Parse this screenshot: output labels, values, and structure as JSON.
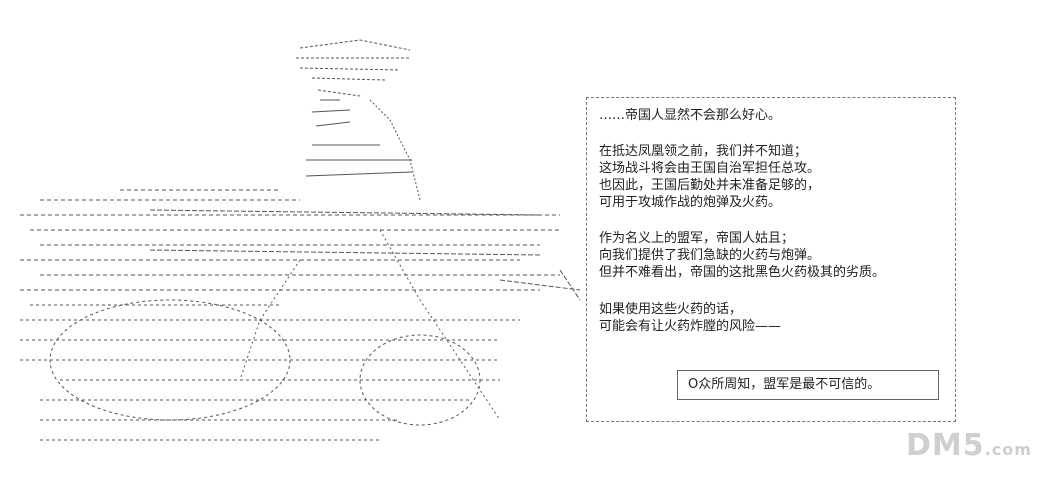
{
  "dialogue": {
    "lines": [
      "……帝国人显然不会那么好心。",
      "",
      "在抵达凤凰领之前，我们并不知道；",
      "这场战斗将会由王国自治军担任总攻。",
      "也因此，王国后勤处并未准备足够的，",
      "可用于攻城作战的炮弹及火药。",
      "",
      "作为名义上的盟军，帝国人姑且；",
      "向我们提供了我们急缺的火药与炮弹。",
      "但并不难看出，帝国的这批黑色火药极其的劣质。",
      "",
      "如果使用这些火药的话，",
      "可能会有让火药炸膛的风险——"
    ],
    "note": "O众所周知，盟军是最不可信的。"
  },
  "watermark": {
    "logo": "DM5",
    "suffix": ".com"
  },
  "colors": {
    "ink": "#333333",
    "logo": "#cfcfcf"
  }
}
